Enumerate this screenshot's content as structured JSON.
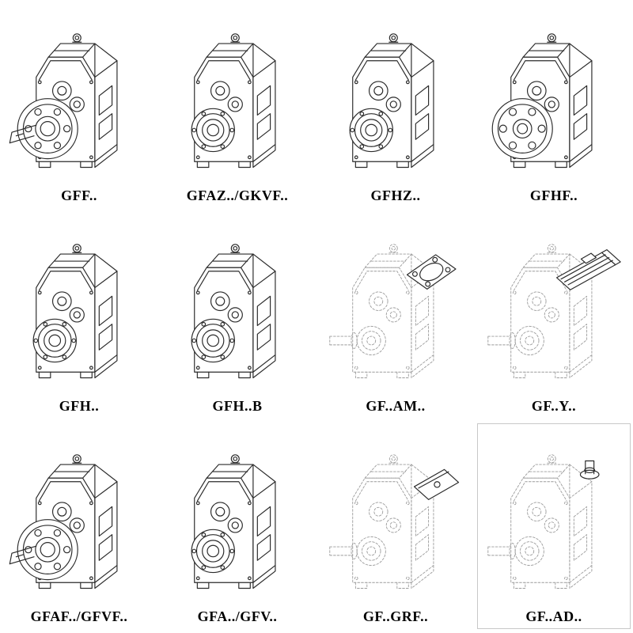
{
  "page": {
    "background": "#ffffff",
    "description": "Catalog sheet showing 12 variants of GF-series parallel shaft helical gear units as isometric line drawings"
  },
  "colors": {
    "solid_line": "#2b2b2b",
    "dashed_line": "#9c9c9c",
    "label_text": "#000000",
    "boxed_cell_border": "#c8c8c8"
  },
  "cells": [
    {
      "label": "GFF..",
      "drawing": "gearbox-flange-shaft",
      "style": "solid",
      "boxed": false
    },
    {
      "label": "GFAZ../GKVF..",
      "drawing": "gearbox-hollow-shaft",
      "style": "solid",
      "boxed": false
    },
    {
      "label": "GFHZ..",
      "drawing": "gearbox-hollow-shaft",
      "style": "solid",
      "boxed": false
    },
    {
      "label": "GFHF..",
      "drawing": "gearbox-flange",
      "style": "solid",
      "boxed": false
    },
    {
      "label": "GFH..",
      "drawing": "gearbox-hollow-shaft",
      "style": "solid",
      "boxed": false
    },
    {
      "label": "GFH..B",
      "drawing": "gearbox-hollow-shaft",
      "style": "solid",
      "boxed": false
    },
    {
      "label": "GF..AM..",
      "drawing": "gearbox-iec-adapter",
      "style": "dashed",
      "boxed": false
    },
    {
      "label": "GF..Y..",
      "drawing": "gearbox-motor-mounted",
      "style": "dashed",
      "boxed": false
    },
    {
      "label": "GFAF../GFVF..",
      "drawing": "gearbox-flange-shaft",
      "style": "solid",
      "boxed": false
    },
    {
      "label": "GFA../GFV..",
      "drawing": "gearbox-hollow-shaft",
      "style": "solid",
      "boxed": false
    },
    {
      "label": "GF..GRF..",
      "drawing": "gearbox-gear-adapter",
      "style": "dashed",
      "boxed": false
    },
    {
      "label": "GF..AD..",
      "drawing": "gearbox-input-adapter",
      "style": "dashed",
      "boxed": true
    }
  ]
}
